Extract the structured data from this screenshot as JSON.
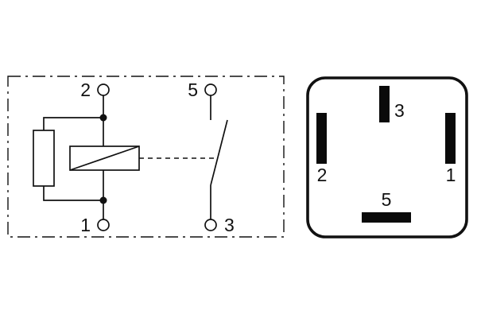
{
  "diagram": {
    "schematic": {
      "terminal_2": "2",
      "terminal_5": "5",
      "terminal_1": "1",
      "terminal_3": "3"
    },
    "pinout": {
      "pin_3": "3",
      "pin_2": "2",
      "pin_1": "1",
      "pin_5": "5"
    },
    "colors": {
      "line": "#111111",
      "pin_fill": "#0a0a0a",
      "background": "#ffffff"
    }
  }
}
